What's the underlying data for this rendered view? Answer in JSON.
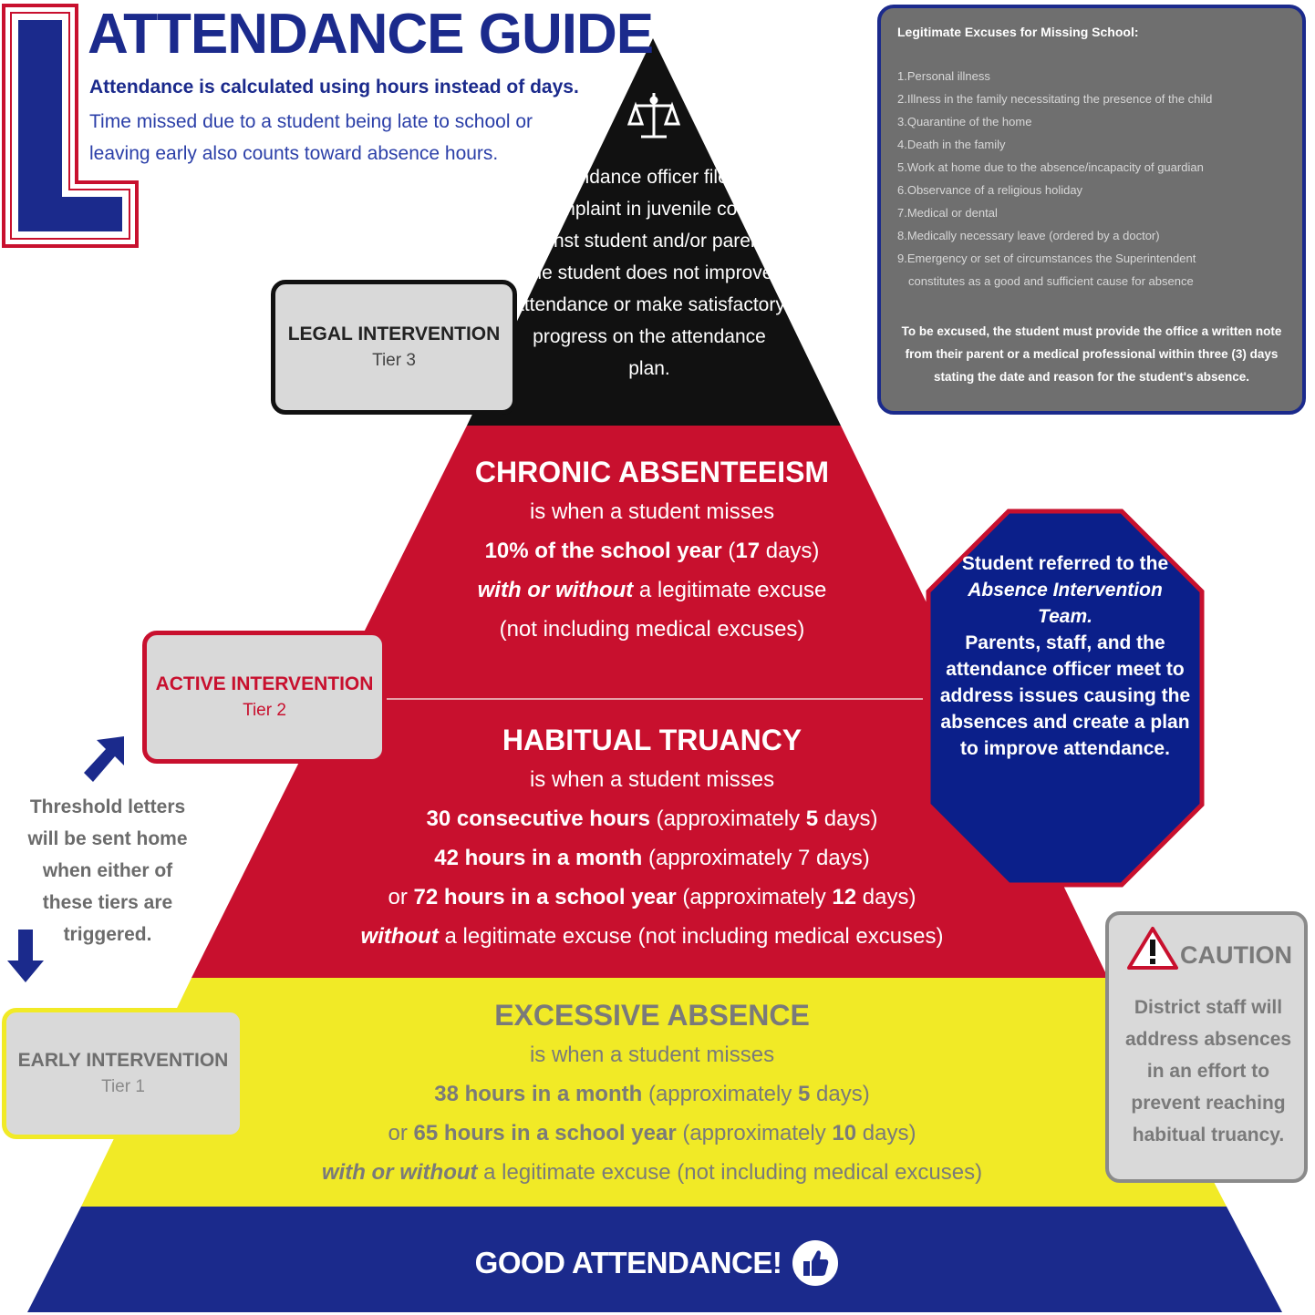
{
  "header": {
    "logo_letter": "L",
    "title": "ATTENDANCE GUIDE",
    "subtitle_bold": "Attendance is calculated using hours instead of days.",
    "subtitle_text": "Time missed due to a student being late to school or leaving early also counts toward absence hours."
  },
  "tier3": {
    "name": "LEGAL INTERVENTION",
    "tier": "Tier 3",
    "pyramid_text": "Attendance officer files a complaint in juvenile court against student and/or parent if the student does not improve attendance or make satisfactory progress on the attendance plan."
  },
  "chronic": {
    "heading": "CHRONIC ABSENTEEISM",
    "line1": "is when a student misses",
    "line2_bold": "10% of the school year",
    "line2_a": " (",
    "line2_num": "17",
    "line2_b": " days)",
    "line3_italic": "with or without",
    "line3_rest": " a legitimate excuse",
    "line4": "(not including medical excuses)"
  },
  "tier2": {
    "name": "ACTIVE INTERVENTION",
    "tier": "Tier 2"
  },
  "habitual": {
    "heading": "HABITUAL TRUANCY",
    "line1": "is when a student misses",
    "line2_bold": "30 consecutive hours",
    "line2_a": "  (approximately ",
    "line2_num": "5",
    "line2_b": " days)",
    "line3_bold": "42 hours in a month",
    "line3_rest": " (approximately 7 days)",
    "line4_pre": "or ",
    "line4_bold": "72 hours in a school year",
    "line4_a": " (approximately ",
    "line4_num": "12",
    "line4_b": " days)",
    "line5_italic": "without",
    "line5_rest": " a legitimate excuse (not including medical excuses)"
  },
  "threshold": {
    "text": "Threshold letters will be sent home when either of these tiers are triggered."
  },
  "tier1": {
    "name": "EARLY INTERVENTION",
    "tier": "Tier 1"
  },
  "excessive": {
    "heading": "EXCESSIVE ABSENCE",
    "line1": "is when a student misses",
    "line2_bold": "38 hours in a month",
    "line2_a": " (approximately ",
    "line2_num": "5",
    "line2_b": " days)",
    "line3_pre": "or ",
    "line3_bold": "65 hours in a school year",
    "line3_a": " (approximately ",
    "line3_num": "10",
    "line3_b": " days)",
    "line4_italic": "with or without",
    "line4_rest": " a legitimate excuse (not including medical excuses)"
  },
  "good": {
    "label": "GOOD ATTENDANCE!",
    "icon": "thumbs-up-icon"
  },
  "excuses": {
    "title": "Legitimate Excuses for Missing School:",
    "items": [
      "1.Personal illness",
      "2.Illness in the family necessitating the presence of the child",
      "3.Quarantine of the home",
      "4.Death in the family",
      "5.Work at home due to the absence/incapacity of guardian",
      "6.Observance of a religious holiday",
      "7.Medical or dental",
      "8.Medically necessary leave (ordered by a doctor)",
      "9.Emergency or set of circumstances the Superintendent",
      "constitutes as a good and sufficient cause for absence"
    ],
    "note": "To be excused, the student must provide the office a written note from their parent or a medical professional within three (3) days stating the date and reason for the student's absence."
  },
  "team": {
    "line1": "Student referred to the",
    "line2_italic": "Absence Intervention Team.",
    "line3": "Parents, staff, and the attendance officer meet to address issues causing the absences and create a plan to improve attendance."
  },
  "caution": {
    "label": "CAUTION",
    "text": "District staff will address absences in an effort to prevent reaching habitual truancy."
  },
  "colors": {
    "navy": "#1b2a8c",
    "red": "#c8102e",
    "yellow": "#f1ea26",
    "black": "#111111",
    "gray": "#6f6f6f"
  }
}
